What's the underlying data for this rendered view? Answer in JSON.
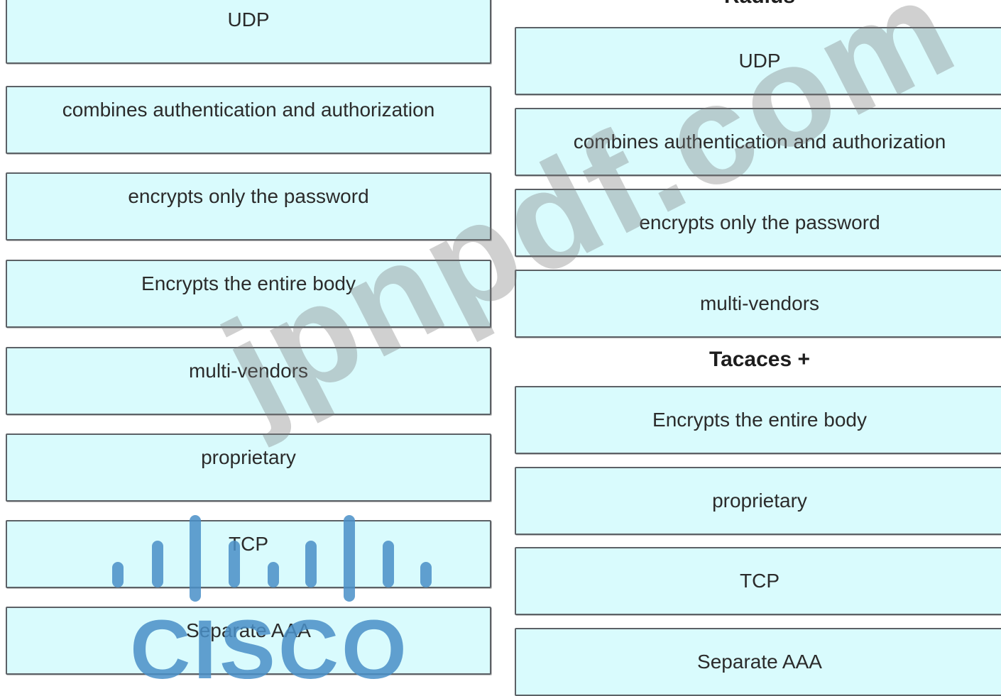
{
  "left_column": {
    "items": [
      {
        "label": "UDP"
      },
      {
        "label": "combines authentication and authorization"
      },
      {
        "label": "encrypts only the password"
      },
      {
        "label": "Encrypts the entire body"
      },
      {
        "label": "multi-vendors"
      },
      {
        "label": "proprietary"
      },
      {
        "label": "TCP"
      },
      {
        "label": "Separate AAA"
      }
    ]
  },
  "right_column": {
    "radius_group": {
      "heading": "Radius",
      "items": [
        {
          "label": "UDP"
        },
        {
          "label": "combines authentication and authorization"
        },
        {
          "label": "encrypts only the password"
        },
        {
          "label": "multi-vendors"
        }
      ]
    },
    "tacacs_group": {
      "heading": "Tacaces +",
      "items": [
        {
          "label": "Encrypts the entire body"
        },
        {
          "label": "proprietary"
        },
        {
          "label": "TCP"
        },
        {
          "label": "Separate AAA"
        }
      ]
    }
  },
  "watermark": {
    "site_text": "jpnpdf.com",
    "logo_text": "CISCO",
    "logo_color": "#4a90c8"
  },
  "colors": {
    "tile_fill": "#d9fbfd",
    "tile_border": "#5c6166"
  }
}
